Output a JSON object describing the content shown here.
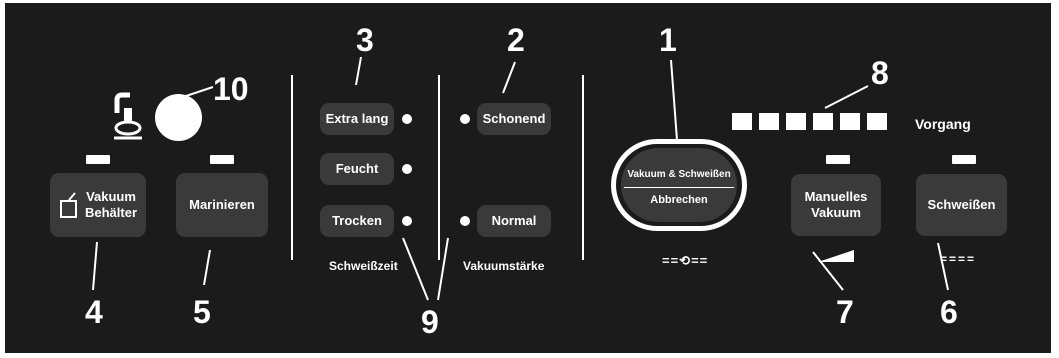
{
  "buttons": {
    "vakuum_behaelter": "Vakuum\nBehälter",
    "marinieren": "Marinieren",
    "extra_lang": "Extra lang",
    "feucht": "Feucht",
    "trocken": "Trocken",
    "schonend": "Schonend",
    "normal": "Normal",
    "vakuum_schweissen": "Vakuum & Schweißen",
    "abbrechen": "Abbrechen",
    "manuelles_vakuum": "Manuelles\nVakuum",
    "schweissen": "Schweißen"
  },
  "labels": {
    "schweisszeit": "Schweißzeit",
    "vakuumstaerke": "Vakuumstärke",
    "vorgang": "Vorgang",
    "schweissen_indicator": "====",
    "start_indicator": "==⟲=="
  },
  "callouts": {
    "n1": "1",
    "n2": "2",
    "n3": "3",
    "n4": "4",
    "n5": "5",
    "n6": "6",
    "n7": "7",
    "n8": "8",
    "n9": "9",
    "n10": "10"
  },
  "progress": {
    "segments": 6
  },
  "icons": [
    "vacuum-port-icon",
    "canister-icon",
    "cycle-icon",
    "ramp-icon"
  ],
  "colors": {
    "panel": "#1b1b1b",
    "button": "#3a3a3a",
    "text": "#ffffff"
  }
}
